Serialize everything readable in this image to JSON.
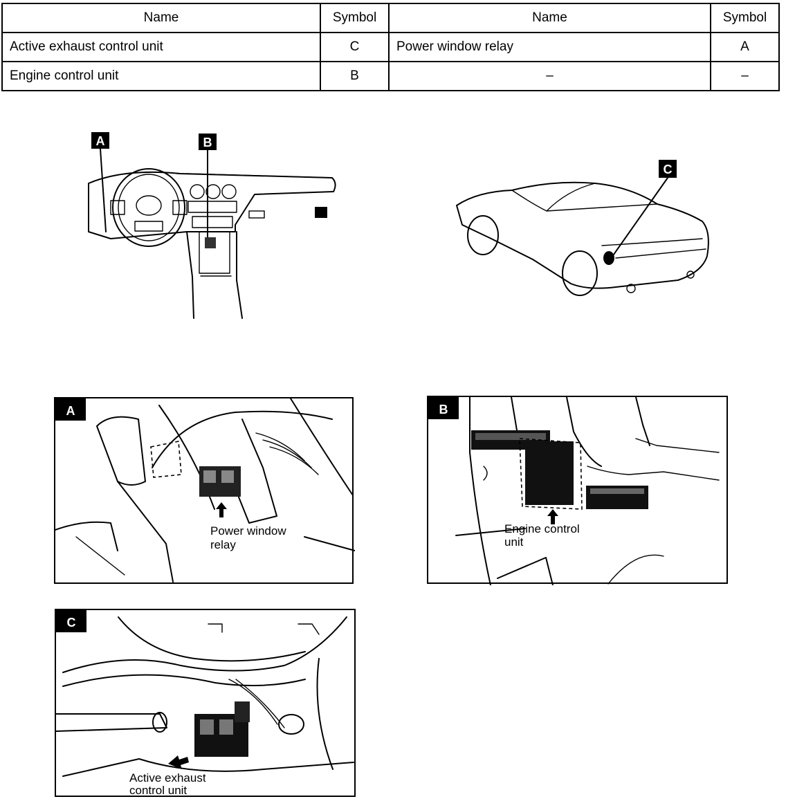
{
  "table": {
    "headers": [
      "Name",
      "Symbol",
      "Name",
      "Symbol"
    ],
    "rows": [
      [
        "Active exhaust control unit",
        "C",
        "Power window relay",
        "A"
      ],
      [
        "Engine control unit",
        "B",
        "–",
        "–"
      ]
    ]
  },
  "overview": {
    "dash_labels": [
      "A",
      "B"
    ],
    "car_label": "C"
  },
  "panels": [
    {
      "tag": "A",
      "caption_lines": [
        "Power window",
        "relay"
      ]
    },
    {
      "tag": "B",
      "caption_lines": [
        "Engine control",
        "unit"
      ]
    },
    {
      "tag": "C",
      "caption_lines": [
        "Active exhaust",
        "control unit"
      ]
    }
  ]
}
